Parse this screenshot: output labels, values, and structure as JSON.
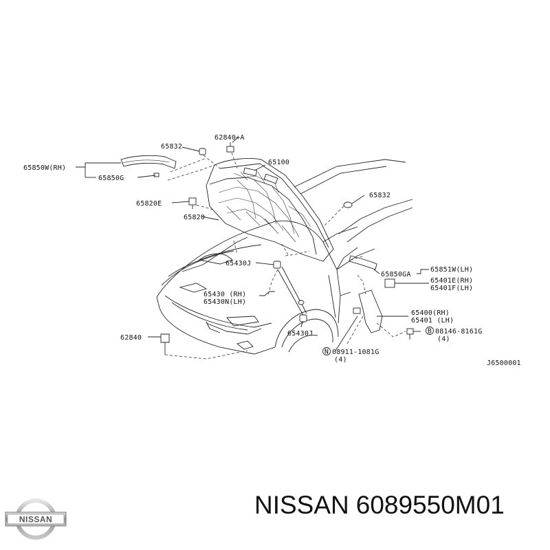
{
  "labels": {
    "p65832_top": "65832",
    "p62840A": "62840+A",
    "p65850W": "65850W(RH)",
    "p65850G": "65850G",
    "p65100": "65100",
    "p65832_right": "65832",
    "p65820E": "65820E",
    "p65820": "65820",
    "p65430J_top": "65430J",
    "p65851W": "65851W(LH)",
    "p65850GA": "65850GA",
    "p65401E": "65401E(RH)",
    "p65401F": "65401F(LH)",
    "p65430RH": "65430 (RH)",
    "p65430NLH": "65430N(LH)",
    "p65400": "65400(RH)",
    "p65401": "65401 (LH)",
    "p62840": "62840",
    "p65430J_bottom": "65430J",
    "p08146": "08146-8161G",
    "p08146_qty": "(4)",
    "p08911": "08911-1081G",
    "p08911_qty": "(4)",
    "diagram_code": "J6500001",
    "bolt_mark_B": "B",
    "nut_mark_N": "N"
  },
  "brand": {
    "logo_text": "NISSAN",
    "name": "NISSAN",
    "part_number": "6089550M01"
  }
}
